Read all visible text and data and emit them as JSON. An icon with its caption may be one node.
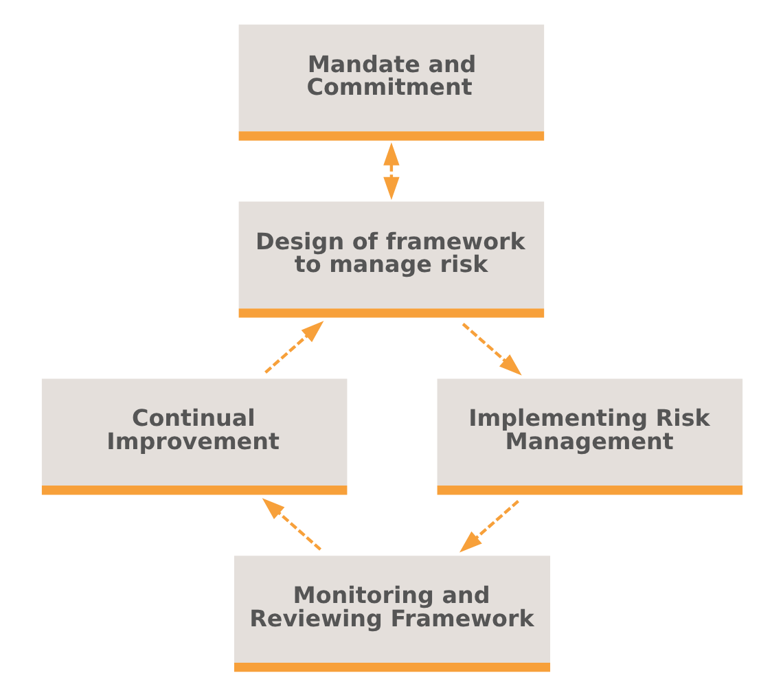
{
  "diagram": {
    "nodes": [
      {
        "text": [
          "Mandate and Commitment"
        ]
      },
      {
        "text": [
          "Design of framework to manage risk"
        ]
      },
      {
        "text": [
          "Continual Improvement"
        ]
      },
      {
        "text": [
          "Implementing Risk Management"
        ]
      },
      {
        "text": [
          "Monitoring and Reviewing Framework"
        ]
      }
    ],
    "edges": [
      {
        "from": 0,
        "to": 1,
        "arrow": "both",
        "style": "dashed"
      },
      {
        "from": 1,
        "to": 3,
        "arrow": "to",
        "style": "dashed"
      },
      {
        "from": 3,
        "to": 4,
        "arrow": "to",
        "style": "dashed"
      },
      {
        "from": 4,
        "to": 2,
        "arrow": "to",
        "style": "dashed"
      },
      {
        "from": 2,
        "to": 1,
        "arrow": "to",
        "style": "dashed"
      }
    ]
  }
}
